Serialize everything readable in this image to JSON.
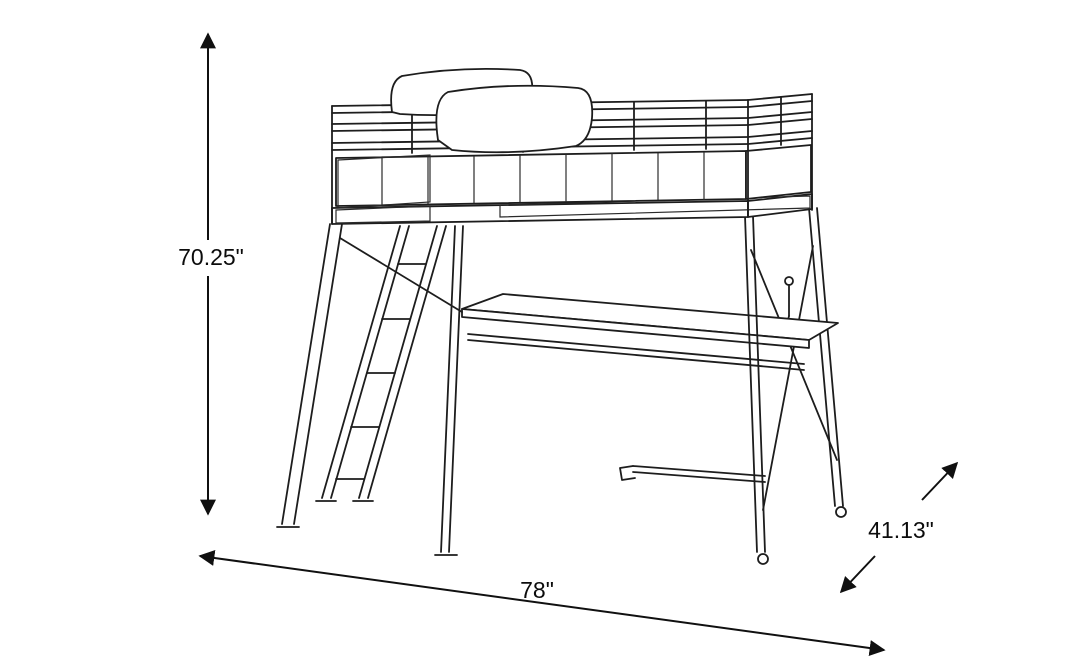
{
  "diagram": {
    "subject": "Loft bed with desk dimension line drawing",
    "dimensions": {
      "height": "70.25\"",
      "width": "78\"",
      "depth": "41.13\""
    },
    "colors": {
      "line": "#1d1d1d",
      "background": "#ffffff",
      "label_text": "#0c0c0c"
    }
  }
}
